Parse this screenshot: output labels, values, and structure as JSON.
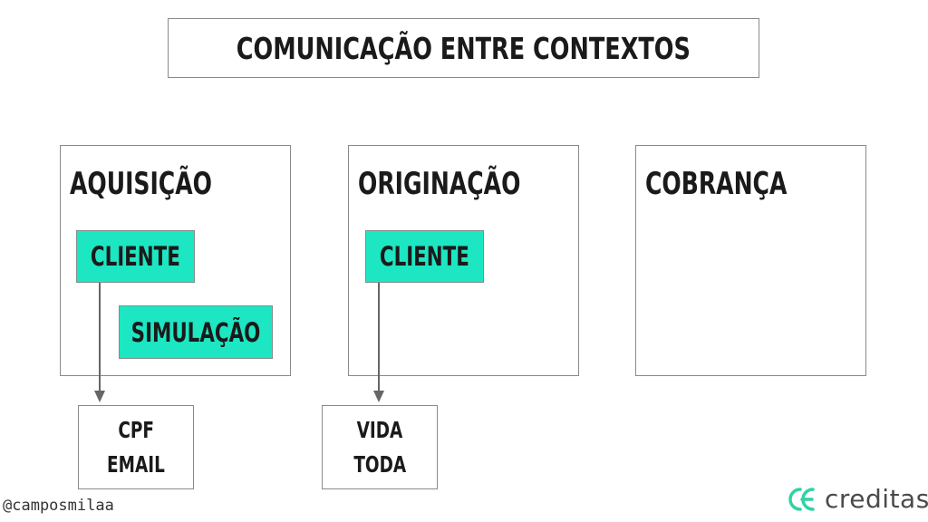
{
  "title": "COMUNICAÇÃO ENTRE CONTEXTOS",
  "contexts": [
    {
      "label": "AQUISIÇÃO",
      "entities": [
        "CLIENTE",
        "SIMULAÇÃO"
      ]
    },
    {
      "label": "ORIGINAÇÃO",
      "entities": [
        "CLIENTE"
      ]
    },
    {
      "label": "COBRANÇA",
      "entities": []
    }
  ],
  "notes": [
    {
      "lines": [
        "CPF",
        "EMAIL"
      ]
    },
    {
      "lines": [
        "VIDA",
        "TODA"
      ]
    }
  ],
  "footer": {
    "handle": "@camposmilaa",
    "brand": "creditas",
    "logo_icon": "creditas-logo-icon"
  },
  "colors": {
    "entity_fill": "#1de6c3",
    "border": "#8a8a8a",
    "arrow": "#666666",
    "logo": "#2fd3a3"
  }
}
